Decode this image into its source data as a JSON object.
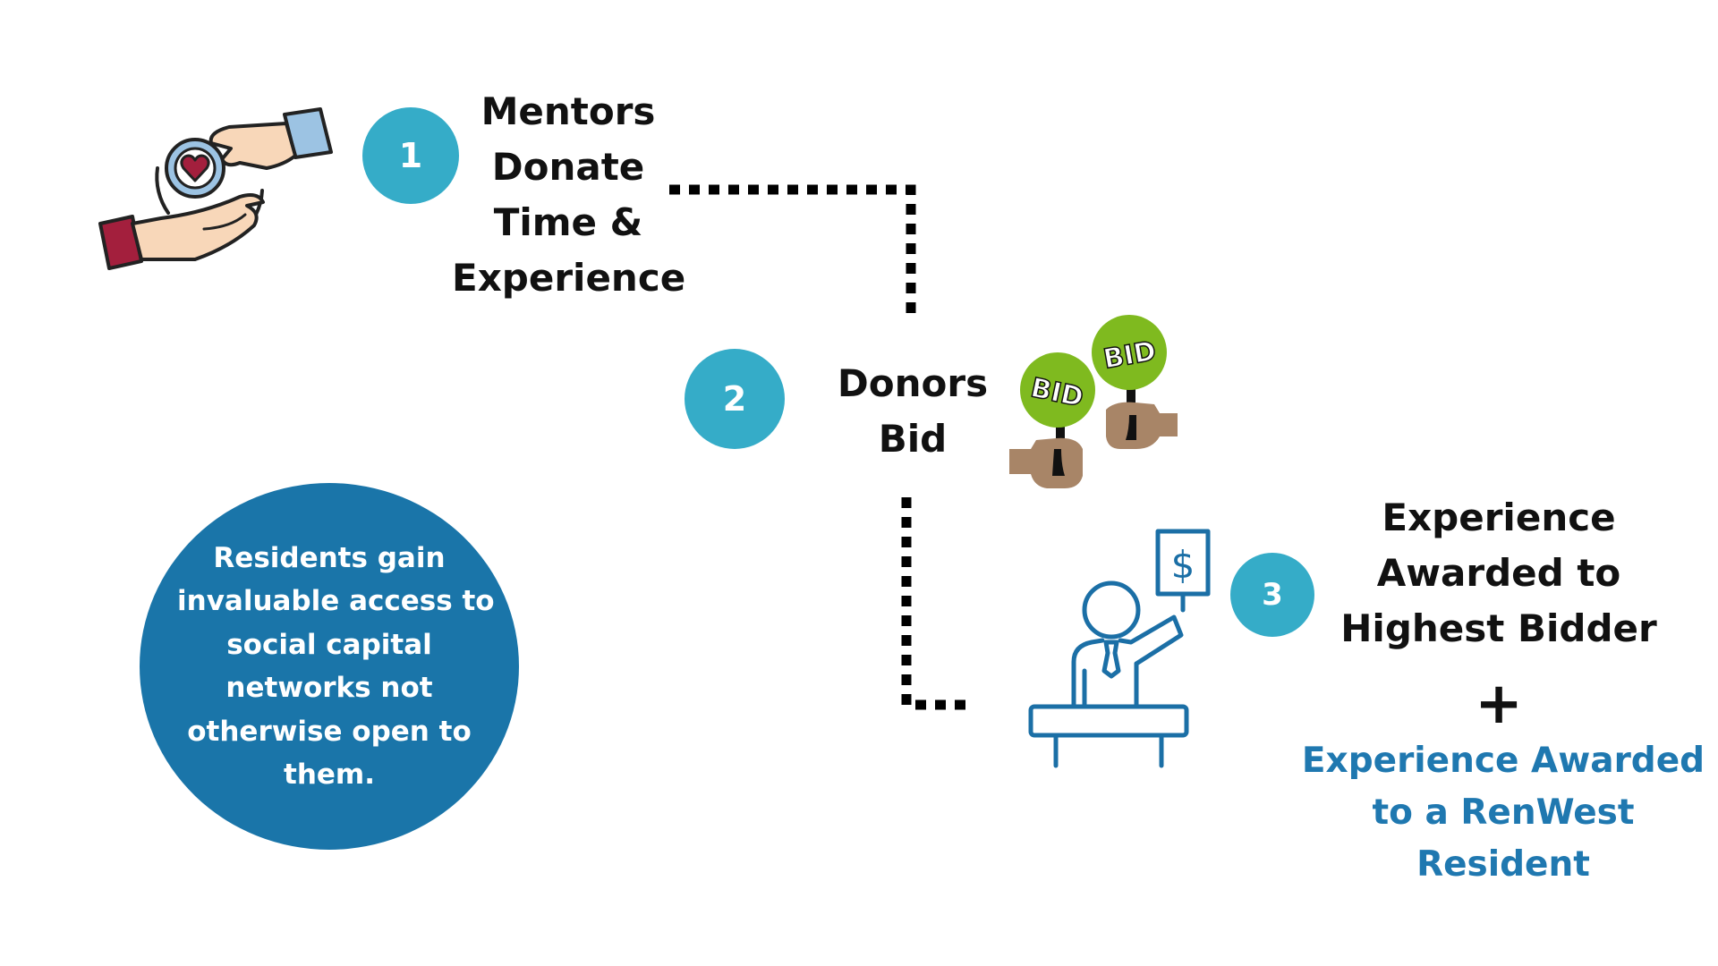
{
  "steps": [
    {
      "number": "1",
      "lines": [
        "Mentors",
        "Donate",
        "Time &",
        "Experience"
      ]
    },
    {
      "number": "2",
      "lines": [
        "Donors",
        "Bid"
      ]
    },
    {
      "number": "3",
      "lines": [
        "Experience",
        "Awarded to",
        "Highest Bidder"
      ]
    }
  ],
  "plus": "+",
  "resident_lines": [
    "Experience Awarded",
    "to a RenWest",
    "Resident"
  ],
  "residents_lines": [
    "Residents gain",
    "invaluable access to",
    "social capital",
    "networks not",
    "otherwise open to",
    "them."
  ],
  "paddle_label": "BID",
  "dollar_sign": "$",
  "icons": {
    "step1": "hands-giving-heart-icon",
    "step2": "bid-paddles-icon",
    "step3": "auctioneer-podium-icon"
  },
  "colors": {
    "step_circle": "#35acc8",
    "residents_circle": "#1a75a9",
    "resident_text": "#1f78b0",
    "connector": "#000000",
    "bid_paddle": "#7fba1f",
    "skin_hand": "#a88567",
    "auction_outline": "#1b6fa6"
  }
}
